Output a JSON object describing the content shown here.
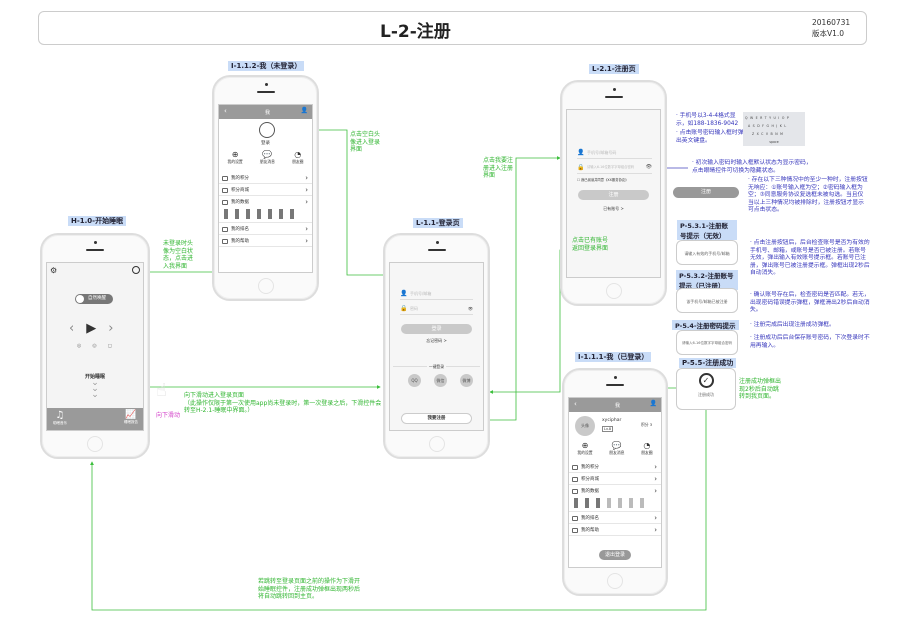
{
  "header": {
    "title": "L-2-注册",
    "date": "20160731",
    "version": "版本V1.0"
  },
  "screens": {
    "sleep": {
      "label": "H-1.0-开始睡眠",
      "toggle": "自然唤醒",
      "start": "开始睡眠",
      "tab_left": "助眠音乐",
      "tab_right": "睡眠报告"
    },
    "me_guest": {
      "label": "I-1.1.2-我（未登录）",
      "nav_title": "我",
      "login": "登录",
      "icons": [
        "我的设置",
        "朋友消息",
        "朋友圈"
      ],
      "rows": [
        "我的积分",
        "积分商城",
        "我的数据",
        "我的排名",
        "我的帮助"
      ]
    },
    "login": {
      "label": "L-1.1-登录页",
      "user_ph": "手机号/邮箱",
      "pwd_ph": "密码",
      "login_btn": "登录",
      "forgot": "忘记密码 >",
      "quick": "一键登录",
      "socials": [
        "QQ",
        "微信",
        "微博"
      ],
      "register_btn": "我要注册"
    },
    "register": {
      "label": "L-2.1-注册页",
      "user_ph": "手机号/邮箱号码",
      "pwd_ph": "请输入6-16位数字字母组合密码",
      "agree": "我已阅读并同意《XX服务协议》",
      "register_btn": "注册",
      "have_account": "已有账号 >"
    },
    "me_user": {
      "label": "I-1.1.1-我（已登录）",
      "nav_title": "我",
      "avatar": "头像",
      "username": "xyciphar",
      "level": "Lv.8",
      "points": "积分 3",
      "icons": [
        "我的设置",
        "朋友消息",
        "朋友圈"
      ],
      "rows": [
        "我的积分",
        "积分商城",
        "我的数据",
        "我的排名",
        "我的帮助"
      ],
      "logout": "退出登录"
    }
  },
  "popups": [
    {
      "label": "P-5.3.1-注册账号提示（无效）",
      "text": "请输入有效的手机号/邮箱"
    },
    {
      "label": "P-5.3.2-注册账号提示（已注册）",
      "text": "该手机号/邮箱已被注册"
    },
    {
      "label": "P-5.4-注册密码提示",
      "text": "请输入6-16位数字字母组合密码"
    },
    {
      "label": "P-5.5-注册成功",
      "text": "注册成功"
    }
  ],
  "notes": {
    "guest_avatar": "未登录时头像为空白状态，点击进入我界面",
    "tap_avatar": "点击空白头像进入登录界面",
    "tap_register": "点击我要注册进入注册界面",
    "have_account": "点击已有账号返回登录界面",
    "swipe": "向下滑动进入登录页面",
    "swipe_note": "（此操作仅限于第一次使用app尚未登录时，第一次登录之后，下滑控件会转至H-2.1-睡眠中界面。）",
    "swipe_gesture": "向下滑动",
    "phone_format": "· 手机号以3-4-4格式显示，如188-1836-9042",
    "keyboard": "· 点击账号密码输入框时弹出英文键盘。",
    "pwd_visible": "· 初次输入密码时输入框默认状态为显示密码，点击眼睛控件可切换为隐藏状态。",
    "btn_disabled": "· 存在以下三种情况中的至少一种时，注册按钮无响应：①账号输入框为空；②密码输入框为空；③同意服务协议复选框未被勾选。当且仅当以上三种情况均被排除时，注册按钮才显示可点击状态。",
    "check_account": "· 点击注册按钮后，后台检查账号是否为有效的手机号、邮箱，或账号是否已被注册。若账号无效，弹出输入有效账号提示框。若账号已注册，弹出账号已被注册提示框。弹框出现2秒后自动消失。",
    "check_pwd": "· 确认账号存在后，检查密码是否匹配。若无，出现密码错误提示弹框，弹框滑出2秒后自动消失。",
    "success1": "· 注册完成后出现注册成功弹框。",
    "success2": "· 注册成功后后台保存账号密码，下次登录时不用再输入。",
    "success_jump": "注册成功弹框出现2秒后自动跳转到我页面。",
    "back_home": "若跳转至登录页面之前的操作为下滑开始睡眠控件，注册成功弹框出现两秒后将自动跳转回到主页。",
    "disabled_btn": "注册",
    "keyboard_rows": [
      "QWERTYUIOP",
      "ASDFGHJKL",
      "ZXCVBNM"
    ],
    "keyboard_space": "space"
  },
  "colors": {
    "connector": "#3cbf3c",
    "note_blue": "#3333bb",
    "label_bg": "#c9dcf7"
  }
}
